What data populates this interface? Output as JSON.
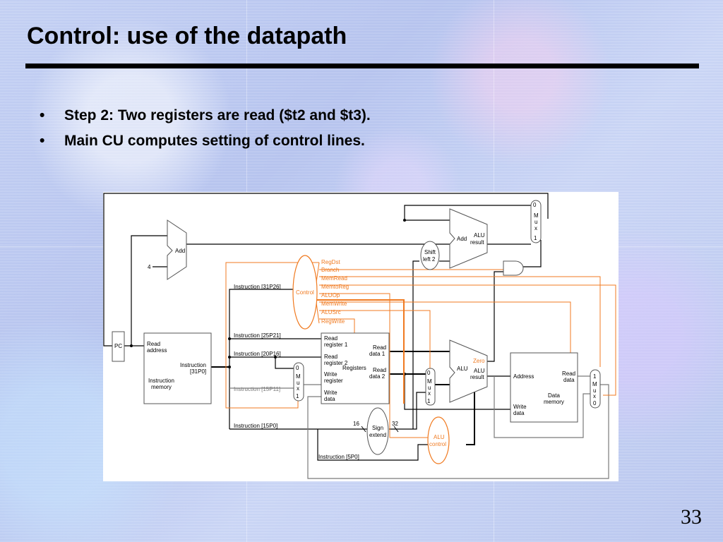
{
  "slide": {
    "title": "Control: use of the datapath",
    "bullets": [
      "Step 2:  Two registers are read ($t2 and $t3).",
      "Main CU computes setting of control lines."
    ],
    "bullet_marker": "•",
    "page_number": "33"
  },
  "diagram": {
    "pc": "PC",
    "add_top": "Add",
    "four": "4",
    "add2": "Add",
    "alu_result_top": [
      "ALU",
      "result"
    ],
    "shift": [
      "Shift",
      "left 2"
    ],
    "mux_top": [
      "0",
      "M",
      "u",
      "x",
      "1"
    ],
    "mux_regdst": [
      "0",
      "M",
      "u",
      "x",
      "1"
    ],
    "mux_alusrc": [
      "0",
      "M",
      "u",
      "x",
      "1"
    ],
    "mux_memtoreg": [
      "1",
      "M",
      "u",
      "x",
      "0"
    ],
    "instr_mem": {
      "read_address": [
        "Read",
        "address"
      ],
      "instruction": [
        "Instruction",
        "[31P0]"
      ],
      "name": [
        "Instruction",
        "memory"
      ]
    },
    "control": "Control",
    "control_lines": [
      "RegDst",
      "Branch",
      "MemRead",
      "MemtoReg",
      "ALUOp",
      "MemWrite",
      "ALUSrc",
      "RegWrite"
    ],
    "fields": {
      "f31_26": "Instruction [31P26]",
      "f25_21": "Instruction [25P21]",
      "f20_16": "Instruction [20P16]",
      "f15_11": "Instruction [15P11]",
      "f15_0": "Instruction [15P0]",
      "f5_0": "Instruction [5P0]"
    },
    "registers": {
      "read_reg1": [
        "Read",
        "register 1"
      ],
      "read_reg2": [
        "Read",
        "register 2"
      ],
      "write_reg": [
        "Write",
        "register"
      ],
      "write_data": [
        "Write",
        "data"
      ],
      "read_data1": [
        "Read",
        "data 1"
      ],
      "read_data2": [
        "Read",
        "data 2"
      ],
      "name": "Registers"
    },
    "alu": {
      "label": "ALU",
      "zero": "Zero",
      "result": [
        "ALU",
        "result"
      ]
    },
    "data_mem": {
      "address": "Address",
      "read_data": [
        "Read",
        "data"
      ],
      "write_data": [
        "Write",
        "data"
      ],
      "name": [
        "Data",
        "memory"
      ]
    },
    "sign_extend": [
      "Sign",
      "extend"
    ],
    "n16": "16",
    "n32": "32",
    "alu_control": [
      "ALU",
      "control"
    ],
    "colors": {
      "control": "#f07a20",
      "wire": "#000000",
      "inactive": "#7a7a7a"
    }
  }
}
